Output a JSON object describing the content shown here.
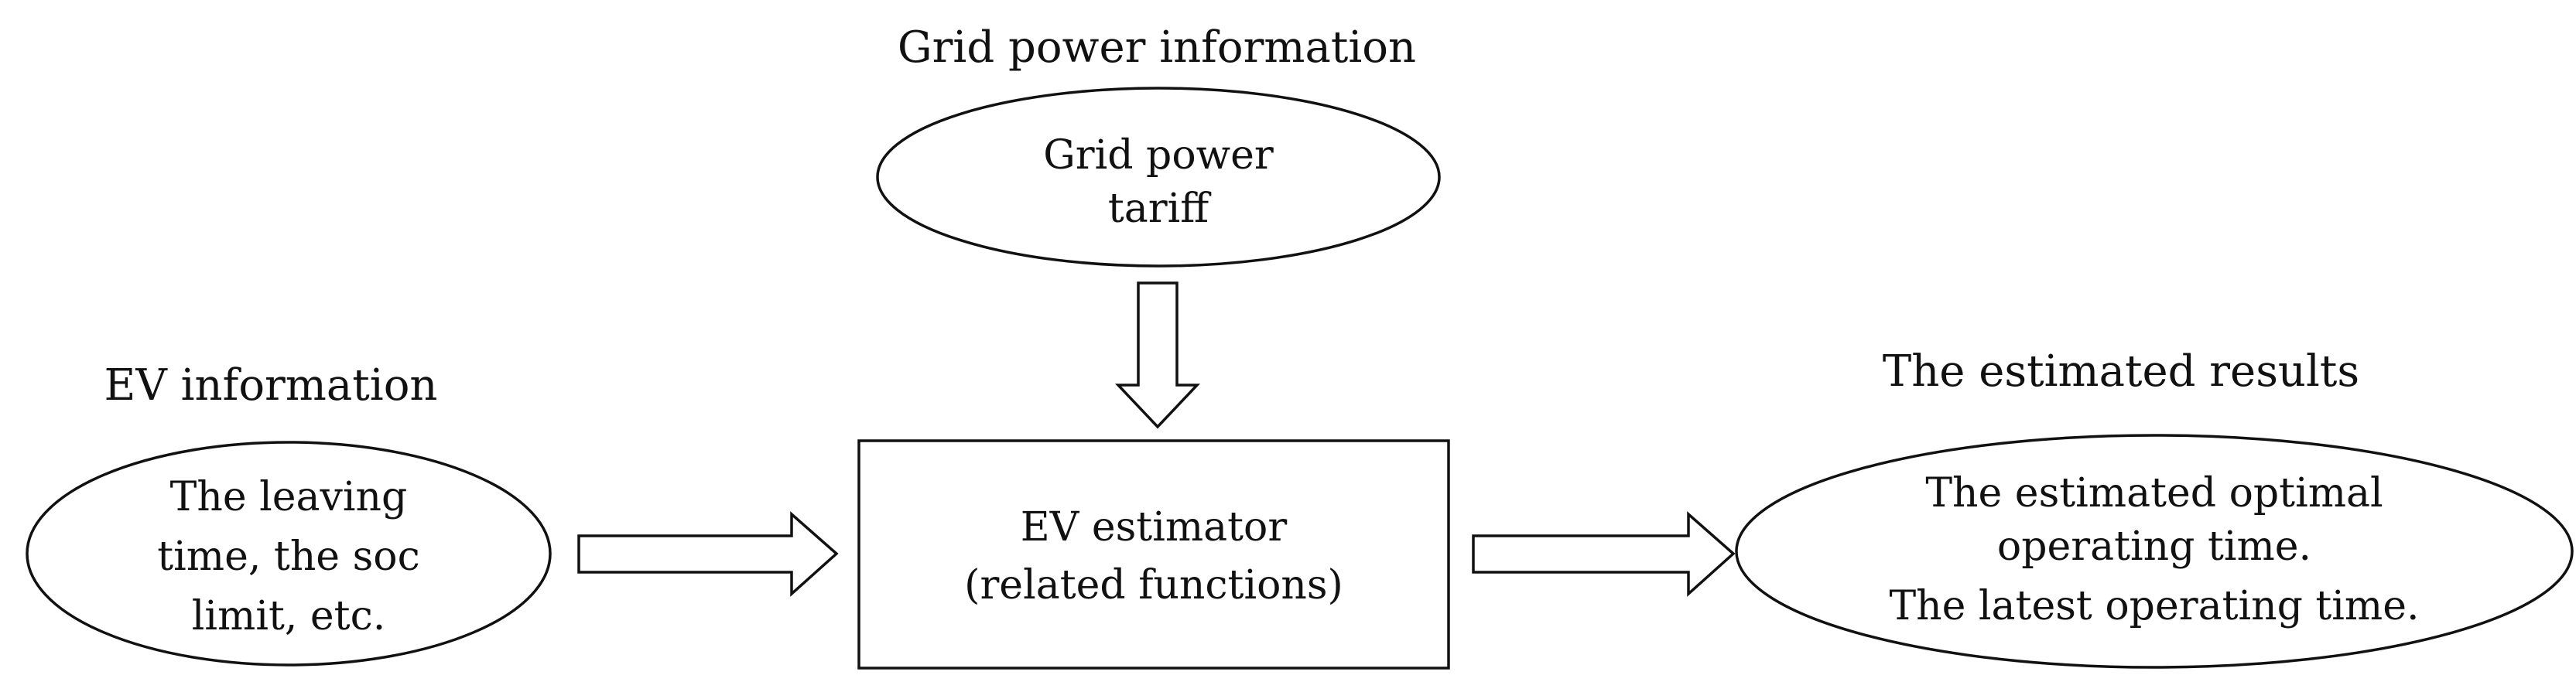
{
  "ev_information": {
    "heading": "EV information",
    "lines": [
      "The leaving",
      "time, the soc",
      "limit, etc."
    ]
  },
  "grid_power_information": {
    "heading": "Grid power information",
    "lines": [
      "Grid power",
      "tariff"
    ]
  },
  "ev_estimator": {
    "lines": [
      "EV estimator",
      "(related functions)"
    ]
  },
  "estimated_results": {
    "heading": "The estimated results",
    "lines": [
      "The estimated optimal",
      "operating time.",
      "The latest operating time."
    ]
  }
}
